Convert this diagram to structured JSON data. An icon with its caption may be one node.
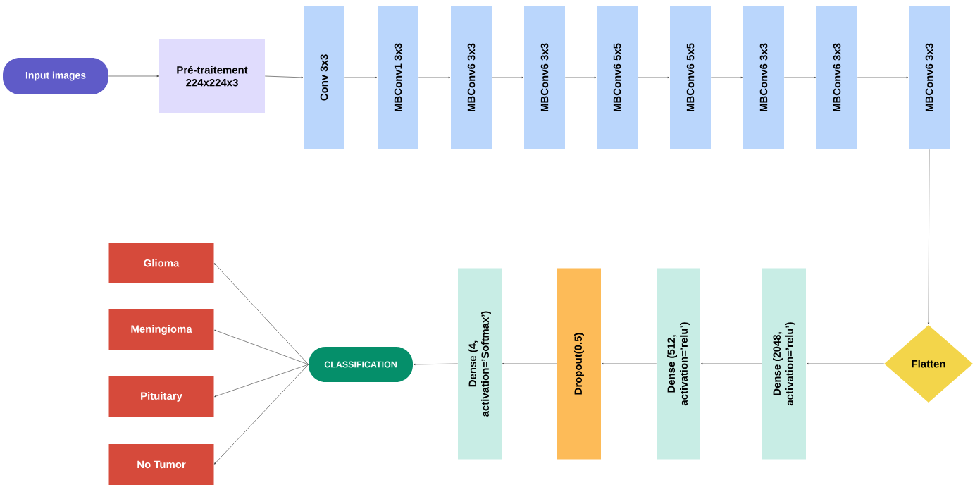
{
  "diagram": {
    "nodes": [
      {
        "text": [
          "Input images"
        ]
      },
      {
        "text": [
          "Pré-traitement 224x224x3"
        ]
      },
      {
        "text": [
          "Conv 3x3"
        ]
      },
      {
        "text": [
          "MBConv1 3x3"
        ]
      },
      {
        "text": [
          "MBConv6 3x3"
        ]
      },
      {
        "text": [
          "MBConv6 3x3"
        ]
      },
      {
        "text": [
          "MBConv6 5x5"
        ]
      },
      {
        "text": [
          "MBConv6 5x5"
        ]
      },
      {
        "text": [
          "MBConv6 3x3"
        ]
      },
      {
        "text": [
          "MBConv6 3x3"
        ]
      },
      {
        "text": [
          "MBConv6 3x3"
        ]
      },
      {
        "text": [
          "Flatten"
        ]
      },
      {
        "text": [
          "Dense (2048, activation=’relu’)"
        ]
      },
      {
        "text": [
          "Dense (512, activation=’relu’)"
        ]
      },
      {
        "text": [
          "Dropout(0.5)"
        ]
      },
      {
        "text": [
          "Dense (4, activation=’Softmax’)"
        ]
      },
      {
        "text": [
          "CLASSIFICATION"
        ]
      },
      {
        "text": [
          "Glioma"
        ]
      },
      {
        "text": [
          "Meningioma"
        ]
      },
      {
        "text": [
          "Pituitary"
        ]
      },
      {
        "text": [
          "No Tumor"
        ]
      }
    ],
    "edges": [
      {
        "from": 0,
        "to": 1,
        "arrow": "to"
      },
      {
        "from": 1,
        "to": 2,
        "arrow": "to"
      },
      {
        "from": 2,
        "to": 3,
        "arrow": "to"
      },
      {
        "from": 3,
        "to": 4,
        "arrow": "to"
      },
      {
        "from": 4,
        "to": 5,
        "arrow": "to"
      },
      {
        "from": 5,
        "to": 6,
        "arrow": "to"
      },
      {
        "from": 6,
        "to": 7,
        "arrow": "to"
      },
      {
        "from": 7,
        "to": 8,
        "arrow": "to"
      },
      {
        "from": 8,
        "to": 9,
        "arrow": "to"
      },
      {
        "from": 9,
        "to": 10,
        "arrow": "to"
      },
      {
        "from": 10,
        "to": 11,
        "arrow": "to"
      },
      {
        "from": 11,
        "to": 12,
        "arrow": "to"
      },
      {
        "from": 12,
        "to": 13,
        "arrow": "to"
      },
      {
        "from": 13,
        "to": 14,
        "arrow": "to"
      },
      {
        "from": 14,
        "to": 15,
        "arrow": "to"
      },
      {
        "from": 15,
        "to": 16,
        "arrow": "to"
      },
      {
        "from": 16,
        "to": 17,
        "arrow": "to"
      },
      {
        "from": 16,
        "to": 18,
        "arrow": "to"
      },
      {
        "from": 16,
        "to": 19,
        "arrow": "to"
      },
      {
        "from": 16,
        "to": 20,
        "arrow": "to"
      }
    ]
  }
}
